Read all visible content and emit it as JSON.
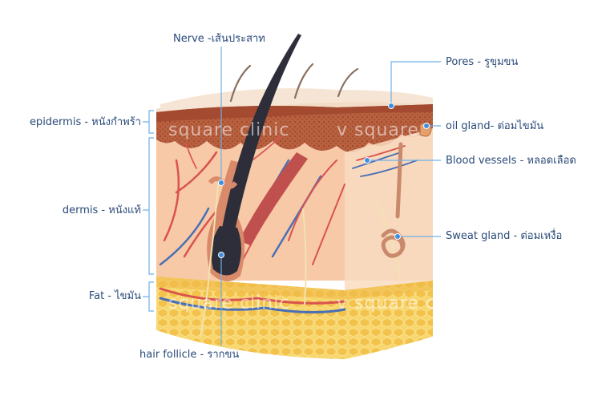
{
  "labels": {
    "nerve": "Nerve -เส้นประสาท",
    "pores": "Pores - รูขุมขน",
    "oil_gland": "oil gland- ต่อมไขมัน",
    "blood_vessels": "Blood vessels - หลอดเลือด",
    "sweat_gland": "Sweat gland - ต่อมเหงื่อ",
    "epidermis": "epidermis - หนังกำพร้า",
    "dermis": "dermis - หนังแท้",
    "fat": "Fat - ไขมัน",
    "hair_follicle": "hair follicle - รากขน"
  },
  "watermark": {
    "top_left": "square clinic",
    "top_right": "v square",
    "bottom_left": "square clinic",
    "bottom_right": "v square c"
  },
  "colors": {
    "label_text": "#2a4a7a",
    "leader_line": "#6fb0e8",
    "marker_dot": "#3d8fe0",
    "epidermis": "#c46a4a",
    "dermis": "#f6c8a6",
    "fat": "#f7d56b",
    "hair": "#2e2e3a",
    "artery": "#d9534f",
    "vein": "#4a6fb5"
  }
}
